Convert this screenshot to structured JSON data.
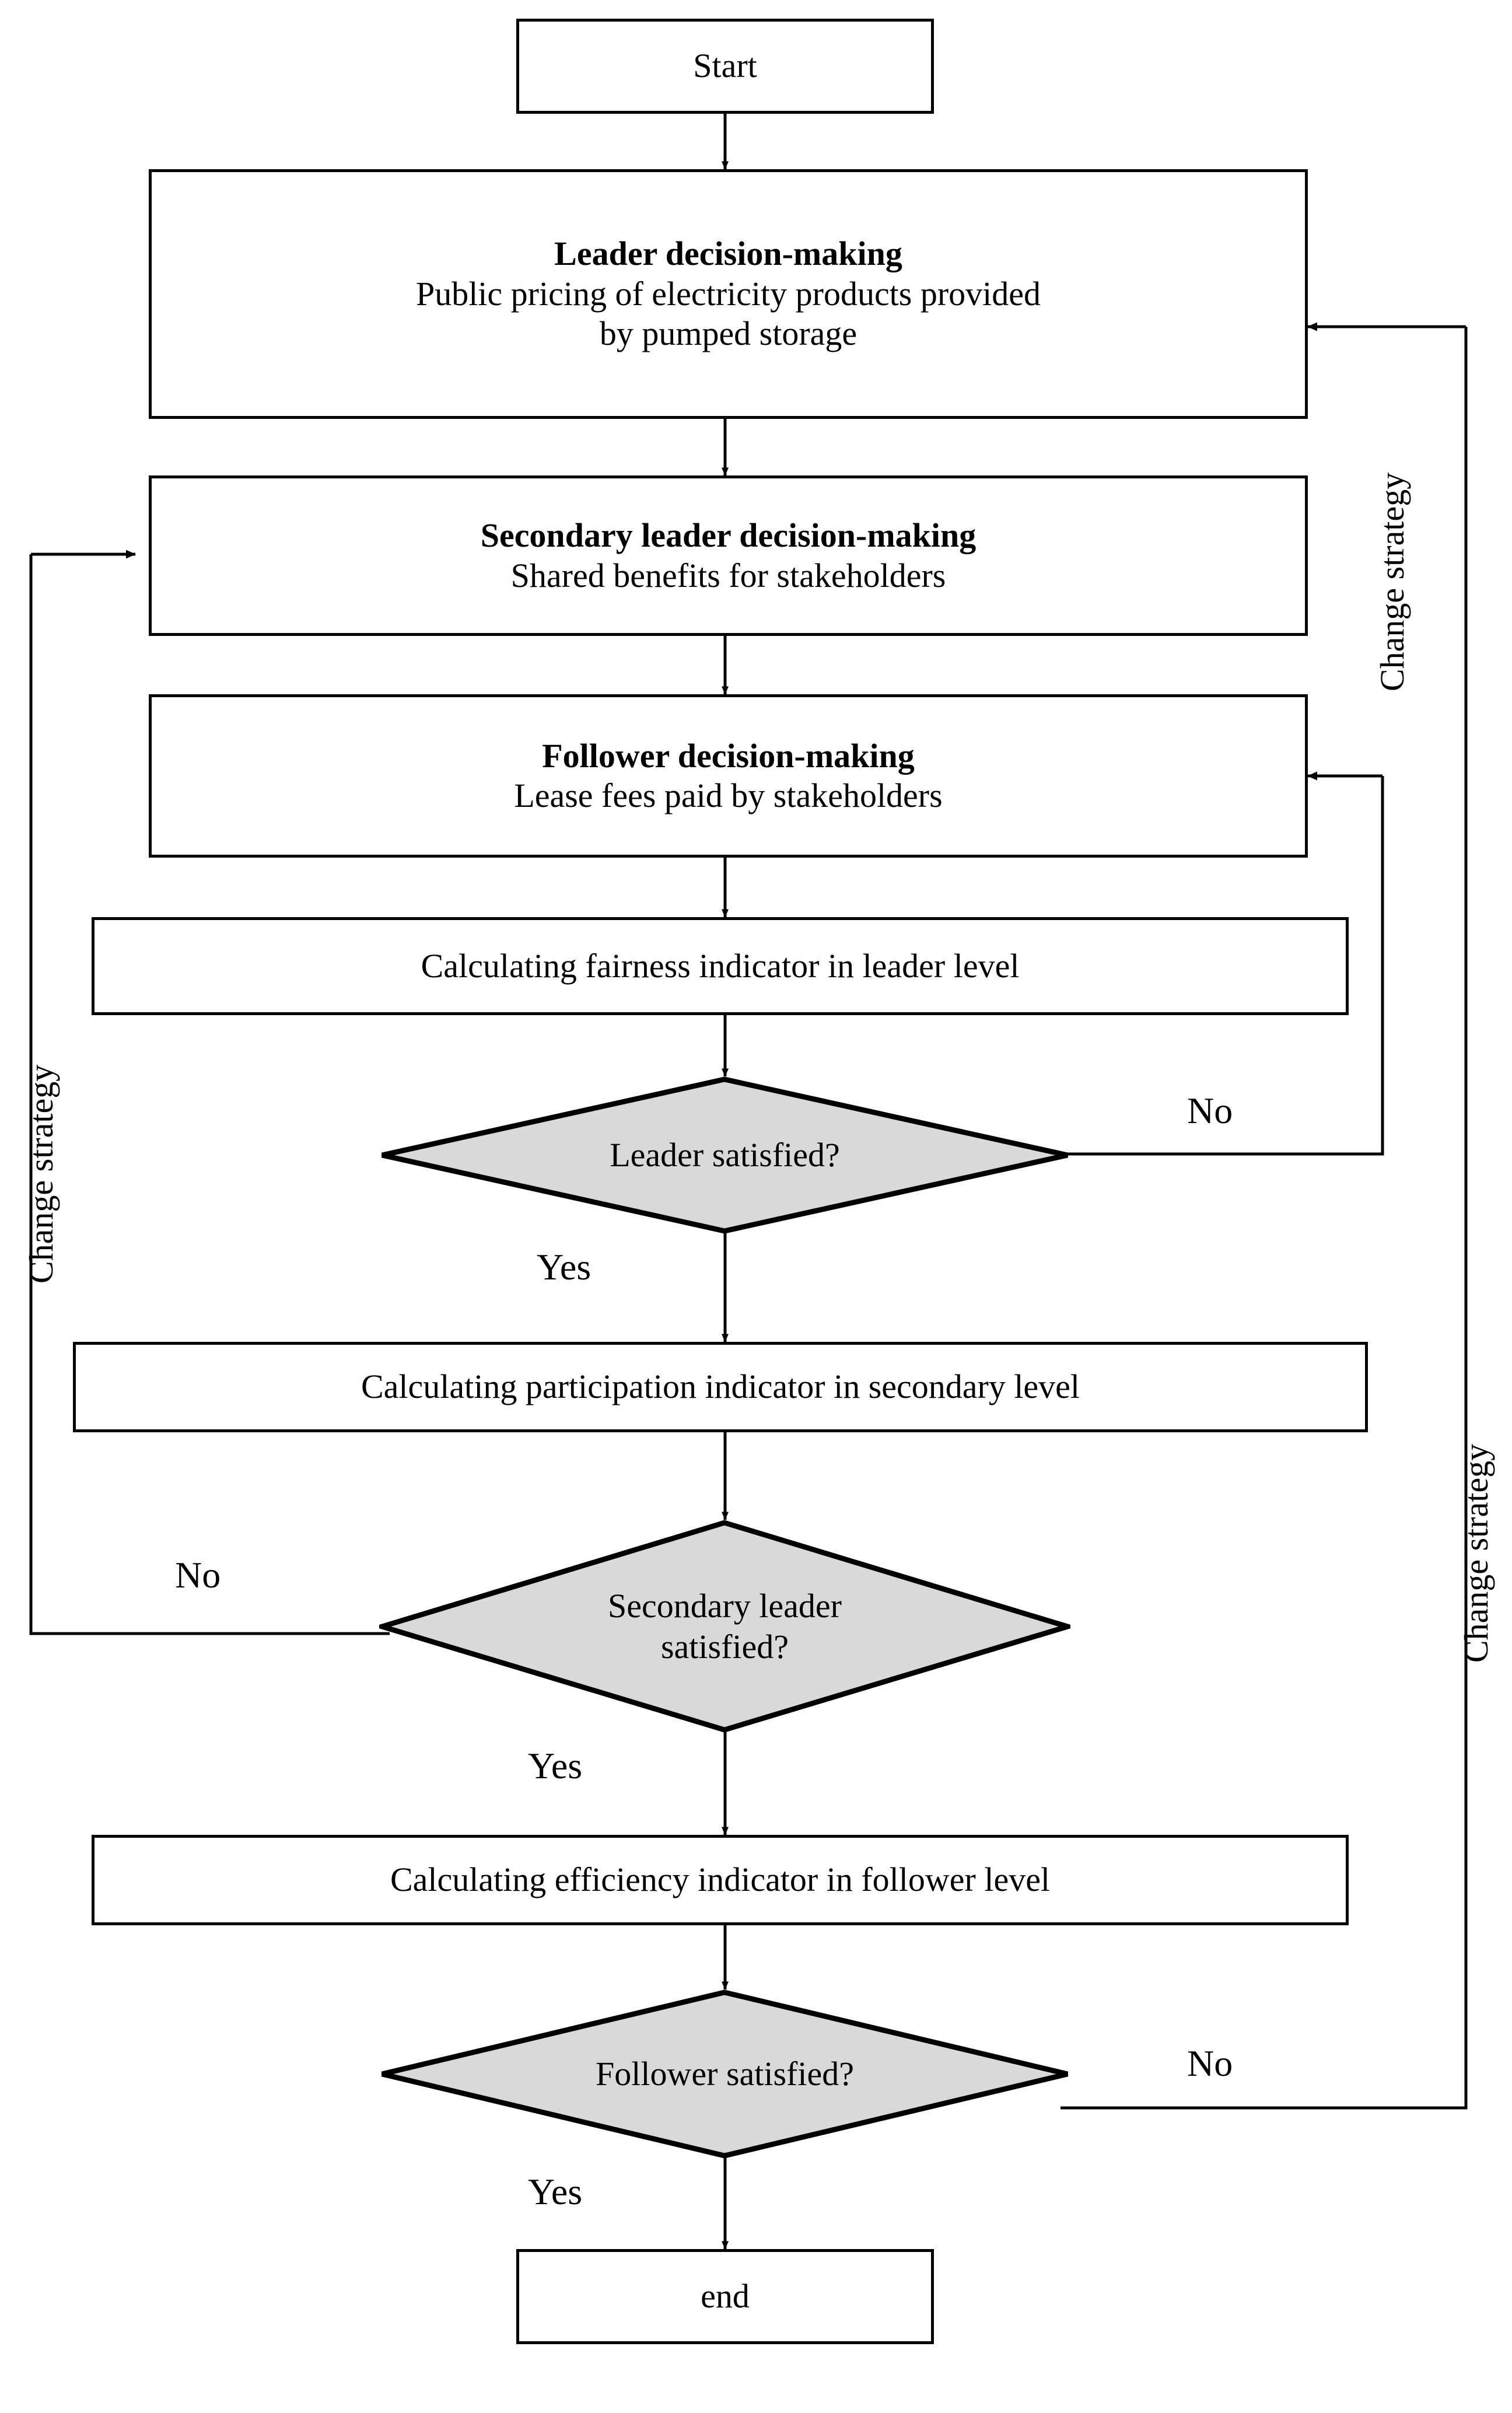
{
  "diagram": {
    "type": "flowchart",
    "title": "Tri-level Stackelberg decision-making flowchart",
    "fill_decision": "#d9d9d9",
    "stroke": "#000000",
    "background": "#ffffff",
    "nodes": [
      {
        "id": "start",
        "shape": "process",
        "text": "Start"
      },
      {
        "id": "leader",
        "shape": "process",
        "title": "Leader decision-making",
        "sub_line1": "Public pricing of electricity products provided",
        "sub_line2": "by pumped storage"
      },
      {
        "id": "secondary",
        "shape": "process",
        "title": "Secondary leader decision-making",
        "sub_line1": "Shared benefits for stakeholders"
      },
      {
        "id": "follower",
        "shape": "process",
        "title": "Follower decision-making",
        "sub_line1": "Lease fees paid by stakeholders"
      },
      {
        "id": "calc_fair",
        "shape": "process",
        "text": "Calculating fairness indicator in leader level"
      },
      {
        "id": "dec_leader",
        "shape": "decision",
        "text": "Leader satisfied?"
      },
      {
        "id": "calc_part",
        "shape": "process",
        "text": "Calculating participation indicator in secondary level"
      },
      {
        "id": "dec_second",
        "shape": "decision",
        "line1": "Secondary leader",
        "line2": "satisfied?"
      },
      {
        "id": "calc_eff",
        "shape": "process",
        "text": "Calculating efficiency indicator in follower level"
      },
      {
        "id": "dec_follow",
        "shape": "decision",
        "text": "Follower satisfied?"
      },
      {
        "id": "end",
        "shape": "process",
        "text": "end"
      }
    ],
    "edge_labels": {
      "leader_no": "No",
      "leader_yes": "Yes",
      "secondary_no": "No",
      "secondary_yes": "Yes",
      "follower_no": "No",
      "follower_yes": "Yes",
      "change_strategy_right_top": "Change strategy",
      "change_strategy_right_bottom": "Change strategy",
      "change_strategy_left": "Change strategy"
    }
  }
}
